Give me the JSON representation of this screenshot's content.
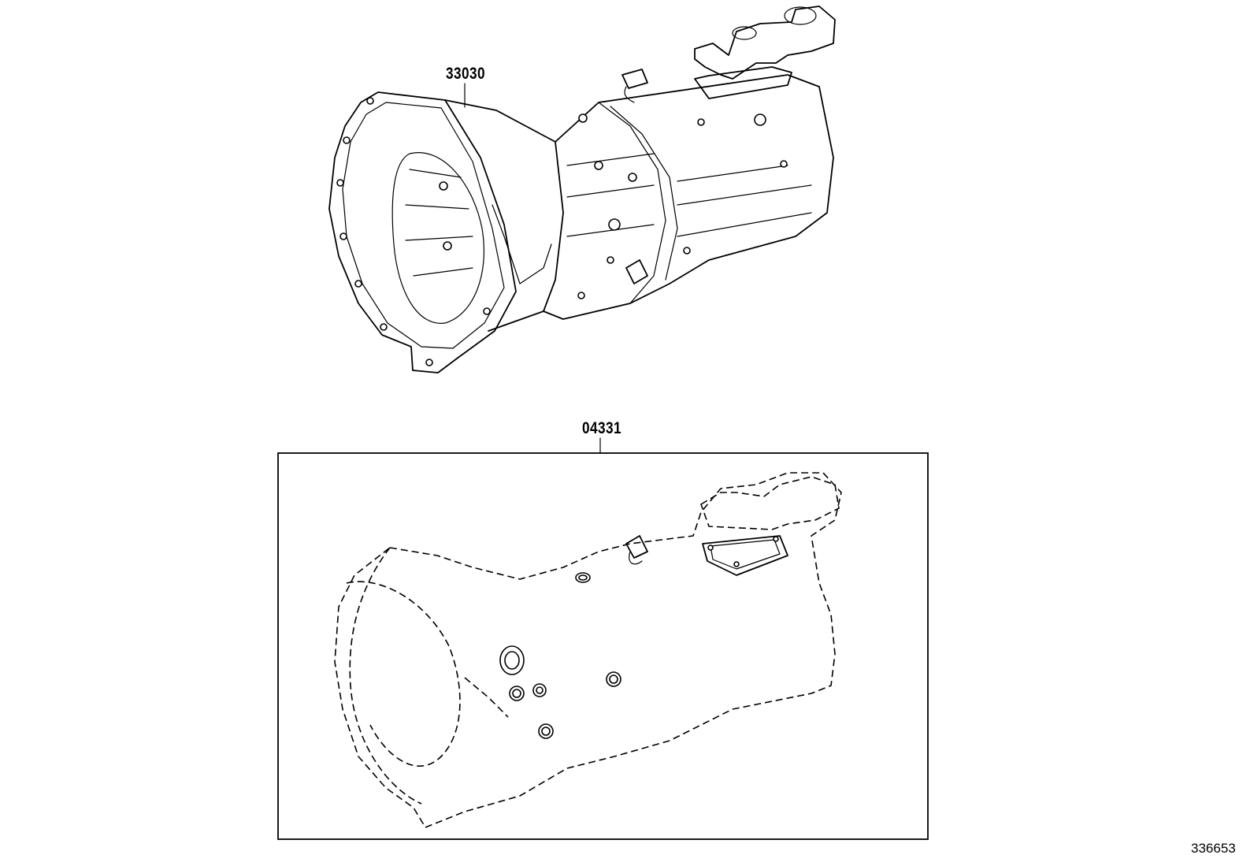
{
  "diagram": {
    "parts": [
      {
        "number": "33030"
      },
      {
        "number": "04331"
      }
    ],
    "figure_id": "336653"
  }
}
